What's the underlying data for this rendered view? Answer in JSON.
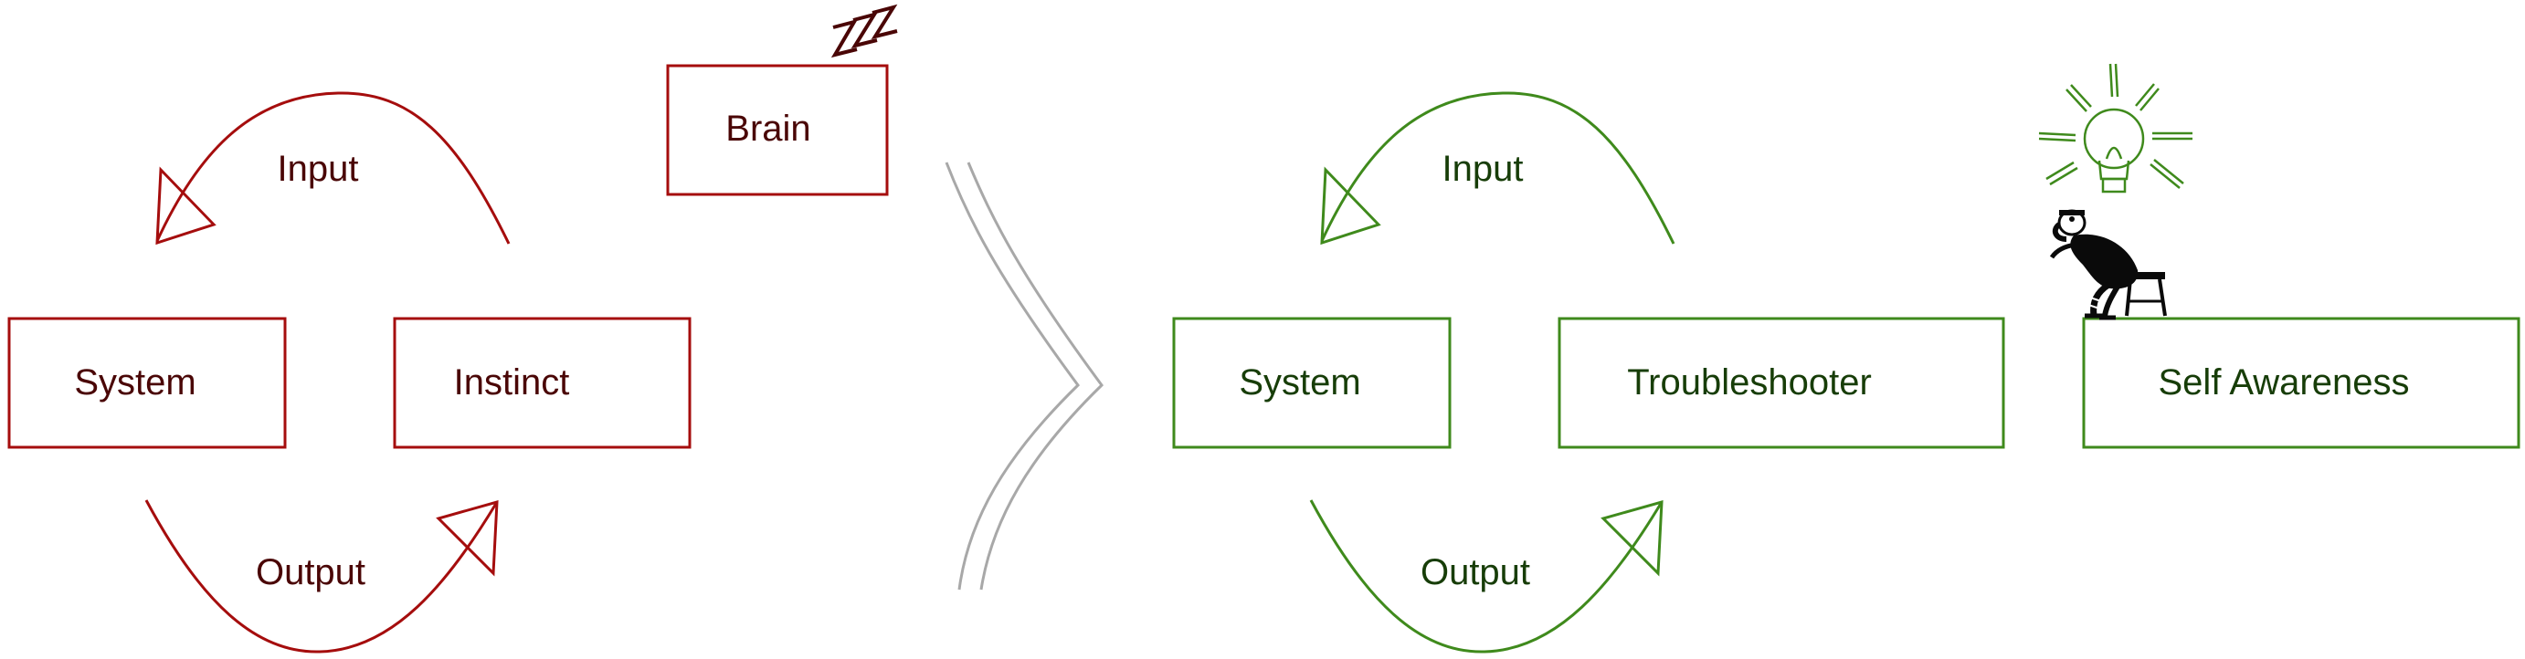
{
  "colors": {
    "red_stroke": "#a50d0d",
    "red_text": "#4a0606",
    "green_stroke": "#3f8a1c",
    "green_text": "#173d08",
    "divider": "#a8a8a8",
    "figure": "#0a0a0a"
  },
  "left_diagram": {
    "brain_label": "Brain",
    "system_label": "System",
    "instinct_label": "Instinct",
    "input_label": "Input",
    "output_label": "Output",
    "sleep_icon": "zzz-icon"
  },
  "right_diagram": {
    "system_label": "System",
    "troubleshooter_label": "Troubleshooter",
    "self_awareness_label": "Self Awareness",
    "input_label": "Input",
    "output_label": "Output",
    "idea_icon": "lightbulb-icon",
    "thinker_icon": "thinker-figure-icon"
  },
  "divider_icon": "double-chevron-icon"
}
